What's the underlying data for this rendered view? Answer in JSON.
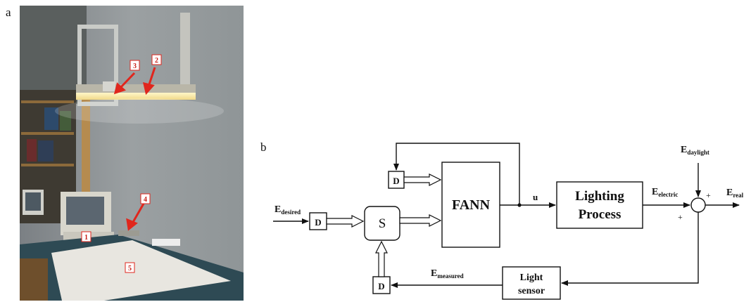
{
  "panel_a": {
    "letter": "a",
    "markers": [
      "3",
      "2",
      "4",
      "1",
      "5"
    ]
  },
  "panel_b": {
    "letter": "b",
    "blocks": {
      "fann": "FANN",
      "lighting_process_line1": "Lighting",
      "lighting_process_line2": "Process",
      "light_sensor_line1": "Light",
      "light_sensor_line2": "sensor",
      "summer": "S",
      "delay": "D"
    },
    "signals": {
      "u": "u",
      "e_main": "E",
      "desired_sub": "desired",
      "electric_sub": "electric",
      "daylight_sub": "daylight",
      "real_sub": "real",
      "measured_sub": "measured",
      "plus": "+"
    }
  }
}
